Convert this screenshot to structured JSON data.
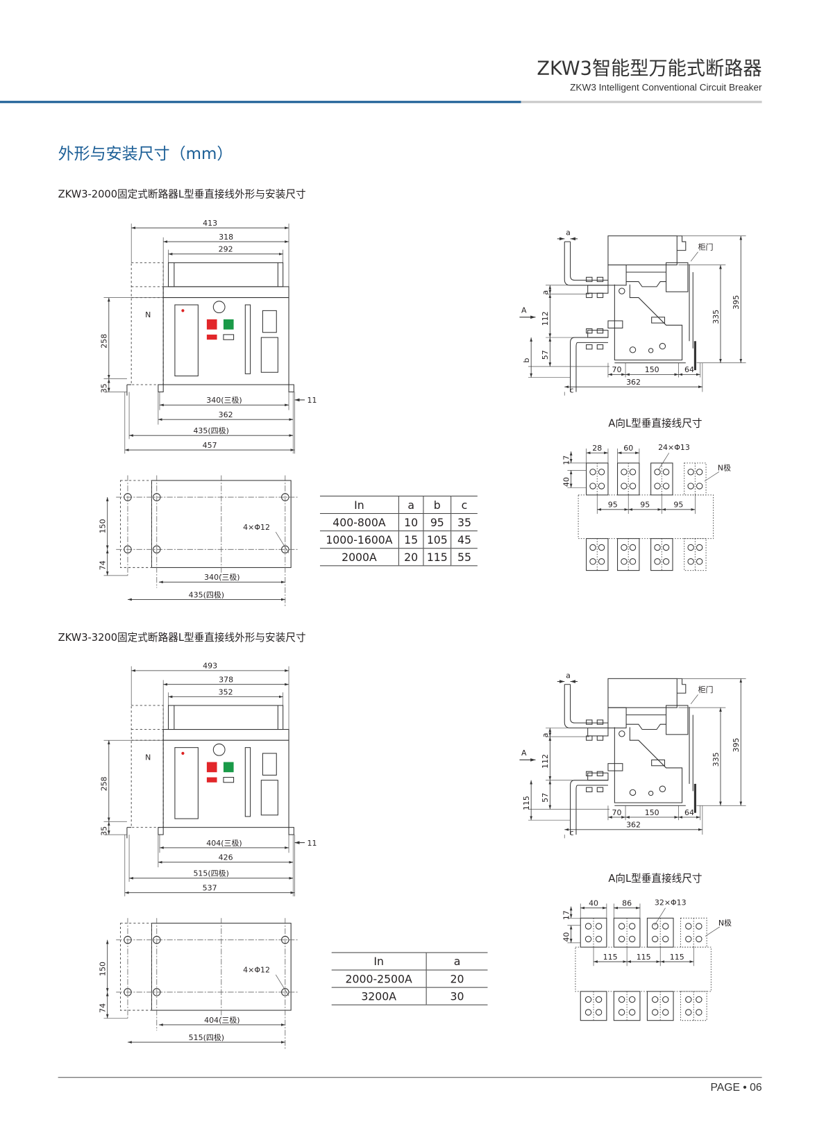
{
  "header": {
    "title_cn": "ZKW3智能型万能式断路器",
    "title_en": "ZKW3 Intelligent Conventional Circuit Breaker",
    "colors": {
      "accent": "#1b5e96",
      "rule": "#c9c9c9"
    }
  },
  "section_title": "外形与安装尺寸（mm）",
  "drawings": [
    {
      "subtitle": "ZKW3-2000固定式断路器L型垂直接线外形与安装尺寸",
      "front": {
        "w_outer": "413",
        "w_mid": "318",
        "w_inner": "292",
        "h_body": "258",
        "h_foot": "35",
        "label_n": "N",
        "b1": "340(三极)",
        "b2": "362",
        "b3": "435(四极)",
        "b4": "457",
        "side_gap": "11"
      },
      "mount": {
        "h1": "150",
        "h2": "74",
        "holes": "4×Φ12",
        "w1": "340(三极)",
        "w2": "435(四极)"
      },
      "side": {
        "a_top": "a",
        "door": "柜门",
        "h335": "335",
        "h395": "395",
        "a_left": "a",
        "h112": "112",
        "arrow": "A",
        "h57": "57",
        "b": "b",
        "d70": "70",
        "d150": "150",
        "d64": "64",
        "d362": "362",
        "c": "c"
      },
      "terminal": {
        "title": "A向L型垂直接线尺寸",
        "w1": "28",
        "w2": "60",
        "holes": "24×Φ13",
        "n": "N极",
        "h17": "17",
        "h40": "40",
        "pitch": [
          "95",
          "95",
          "95"
        ]
      },
      "table": {
        "headers": [
          "In",
          "a",
          "b",
          "c"
        ],
        "rows": [
          [
            "400-800A",
            "10",
            "95",
            "35"
          ],
          [
            "1000-1600A",
            "15",
            "105",
            "45"
          ],
          [
            "2000A",
            "20",
            "115",
            "55"
          ]
        ]
      }
    },
    {
      "subtitle": "ZKW3-3200固定式断路器L型垂直接线外形与安装尺寸",
      "front": {
        "w_outer": "493",
        "w_mid": "378",
        "w_inner": "352",
        "h_body": "258",
        "h_foot": "35",
        "label_n": "N",
        "b1": "404(三极)",
        "b2": "426",
        "b3": "515(四极)",
        "b4": "537",
        "side_gap": "11"
      },
      "mount": {
        "h1": "150",
        "h2": "74",
        "holes": "4×Φ12",
        "w1": "404(三极)",
        "w2": "515(四极)"
      },
      "side": {
        "a_top": "a",
        "door": "柜门",
        "h335": "335",
        "h395": "395",
        "a_left": "a",
        "h112": "112",
        "arrow": "A",
        "h57": "57",
        "b": "115",
        "d70": "70",
        "d150": "150",
        "d64": "64",
        "d362": "362",
        "c": "c"
      },
      "terminal": {
        "title": "A向L型垂直接线尺寸",
        "w1": "40",
        "w2": "86",
        "holes": "32×Φ13",
        "n": "N极",
        "h17": "17",
        "h40": "40",
        "pitch": [
          "115",
          "115",
          "115"
        ]
      },
      "table": {
        "headers": [
          "In",
          "a"
        ],
        "rows": [
          [
            "2000-2500A",
            "20"
          ],
          [
            "3200A",
            "30"
          ]
        ]
      }
    }
  ],
  "footer": {
    "page": "PAGE • 06"
  }
}
